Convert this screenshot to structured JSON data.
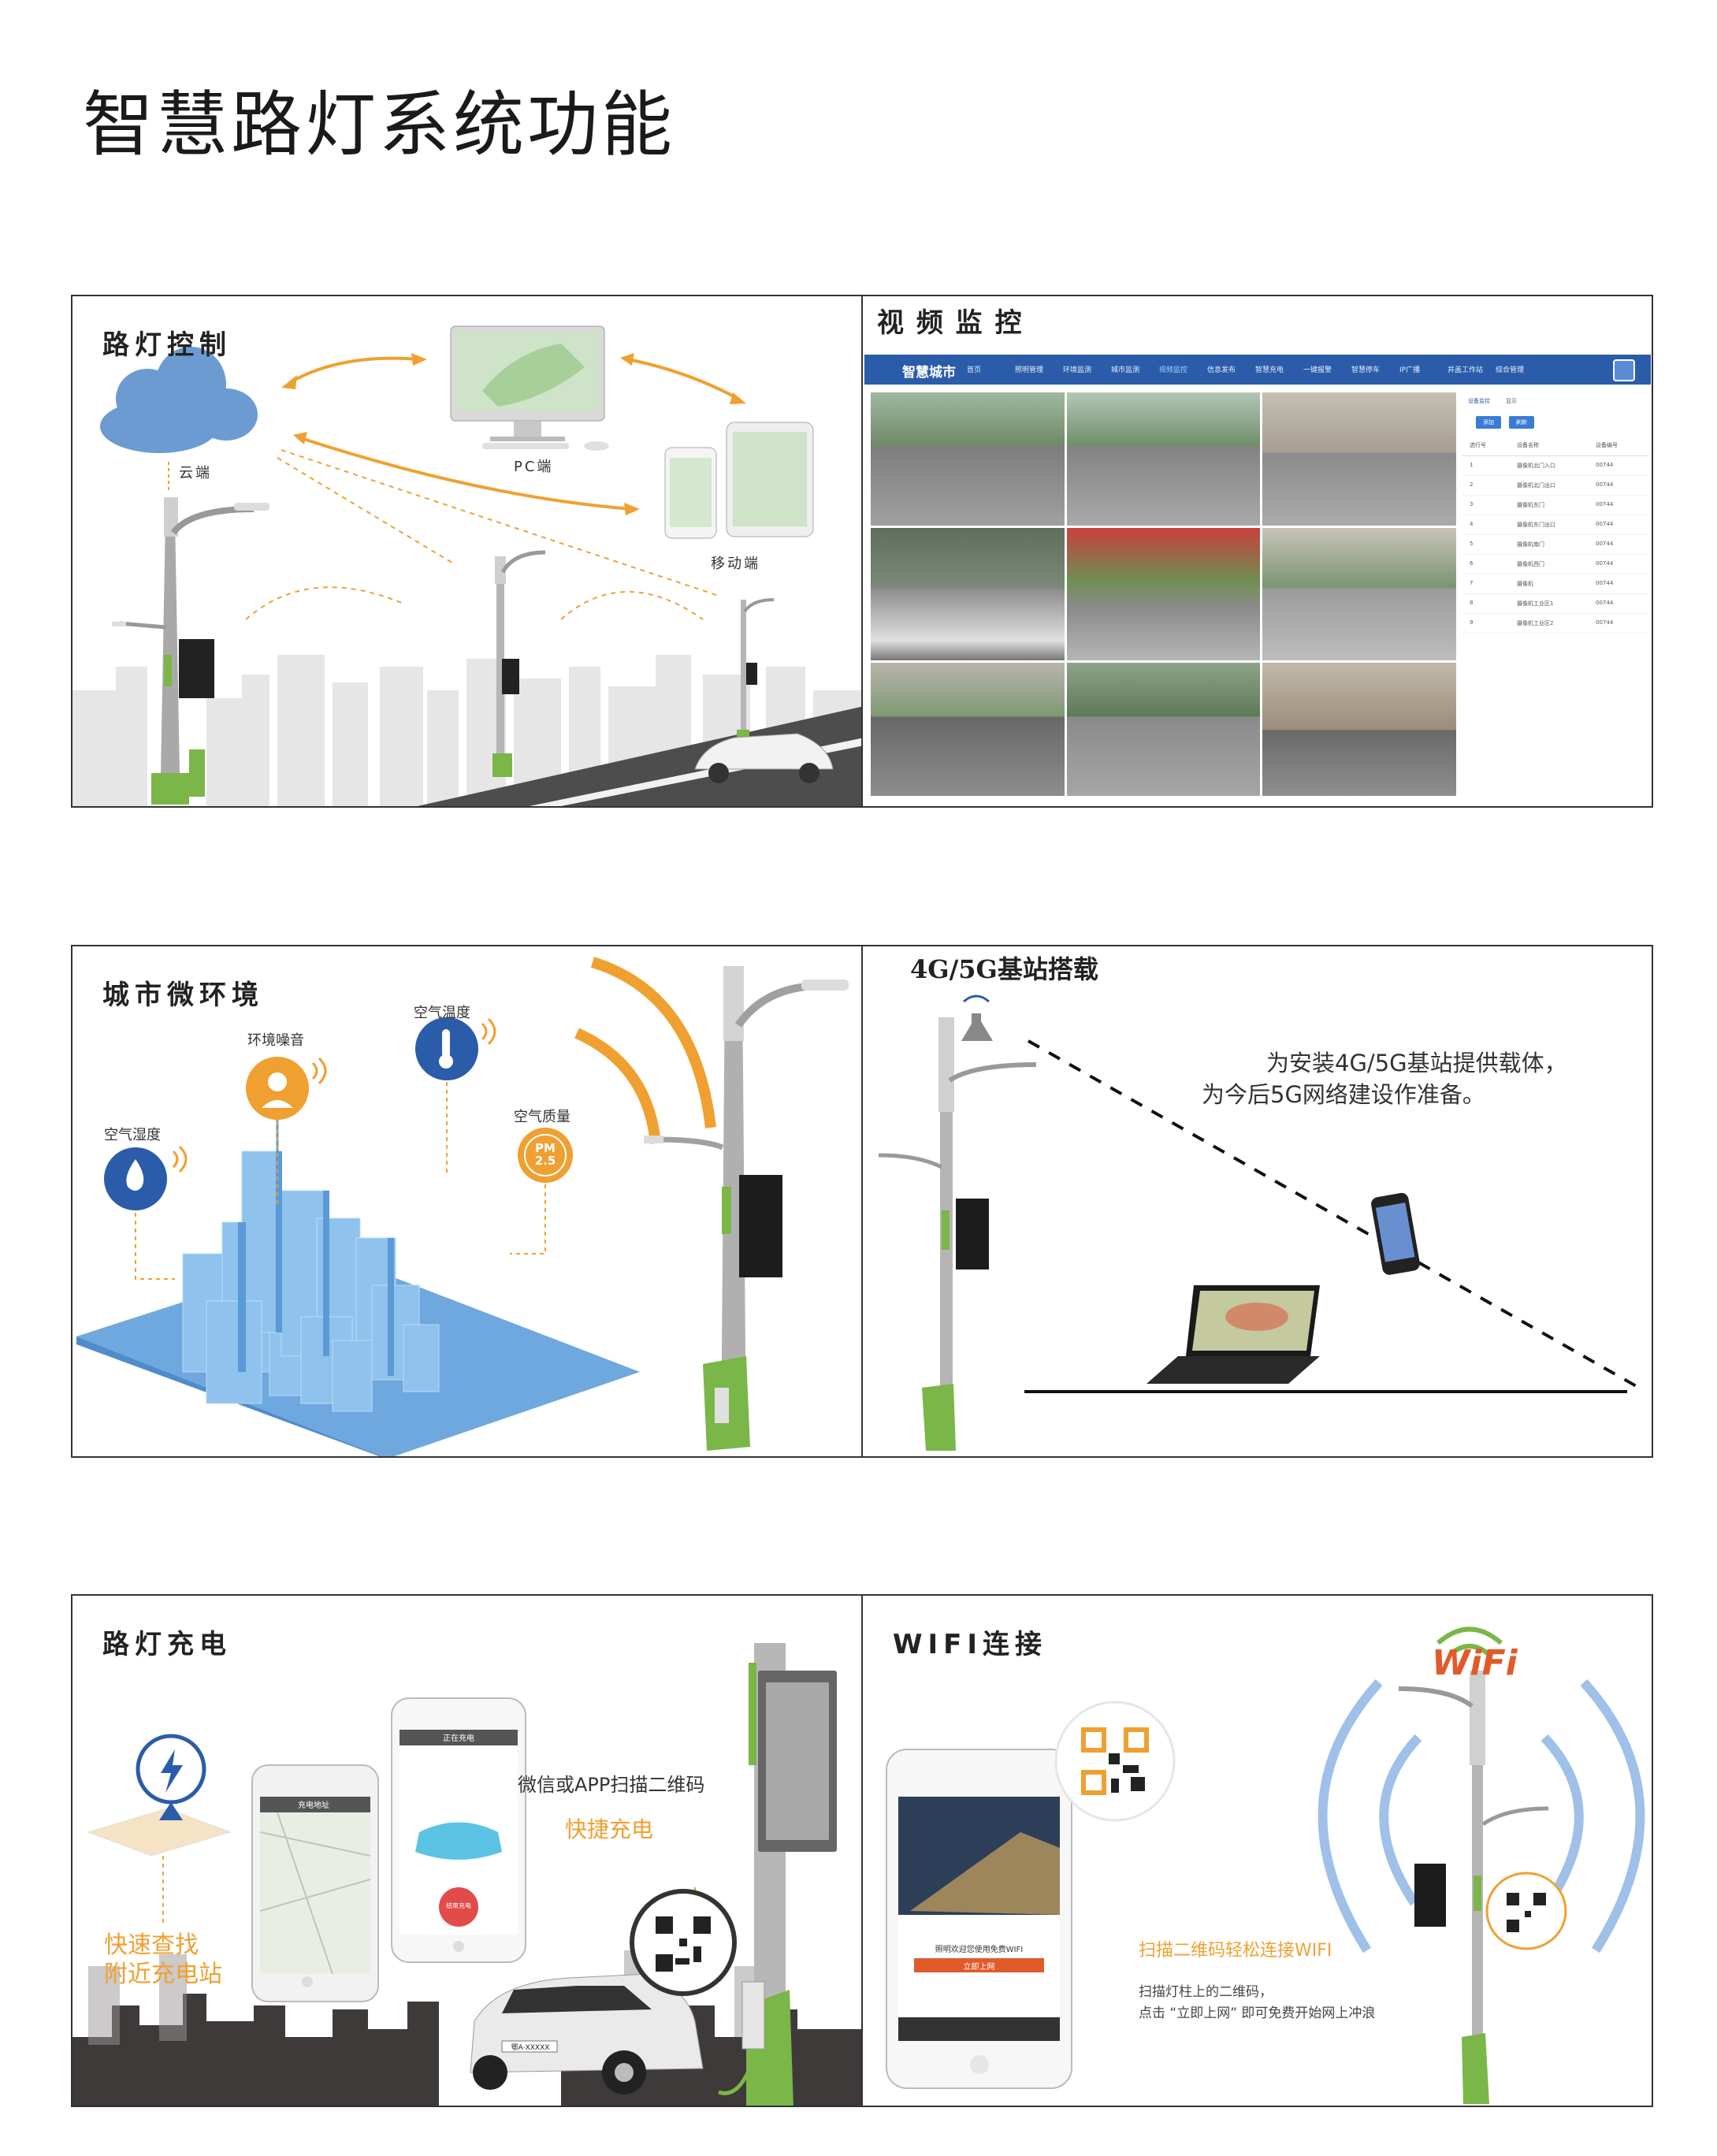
{
  "page": {
    "title": "智慧路灯系统功能"
  },
  "panels": {
    "streetlight_control": {
      "title": "路灯控制",
      "cloud_label": "云端",
      "pc_label": "PC端",
      "mobile_label": "移动端"
    },
    "video_surveillance": {
      "title": "视 频 监 控",
      "app_name": "智慧城市",
      "nav_items": [
        "首页",
        "照明管理",
        "环境监测",
        "城市监测",
        "视频监控",
        "信息发布",
        "智慧充电",
        "一键报警",
        "智慧停车",
        "IP广播",
        "井盖工作站",
        "综合管理"
      ],
      "tabs": [
        "设备监控",
        "显示"
      ],
      "buttons": [
        "添加",
        "刷新"
      ],
      "table_header": [
        "选行号",
        "设备名称",
        "设备编号"
      ],
      "table_rows": [
        [
          "1",
          "摄像机北门入口",
          "00744"
        ],
        [
          "2",
          "摄像机北门出口",
          "00744"
        ],
        [
          "3",
          "摄像机东门",
          "00744"
        ],
        [
          "4",
          "摄像机东门出口",
          "00744"
        ],
        [
          "5",
          "摄像机南门",
          "00744"
        ],
        [
          "6",
          "摄像机西门",
          "00744"
        ],
        [
          "7",
          "摄像机",
          "00744"
        ],
        [
          "8",
          "摄像机工业区1",
          "00744"
        ],
        [
          "9",
          "摄像机工业区2",
          "00744"
        ]
      ]
    },
    "urban_micro_env": {
      "title": "城市微环境",
      "labels": [
        "空气湿度",
        "环境噪音",
        "空气温度",
        "空气质量"
      ],
      "pm_badge": "PM\n2.5"
    },
    "base_station": {
      "title": "4G/5G基站搭载",
      "line1": "为安装4G/5G基站提供载体，",
      "line2": "为今后5G网络建设作准备。"
    },
    "charging": {
      "title": "路灯充电",
      "scan_text": "微信或APP扫描二维码",
      "quick_charge": "快捷充电",
      "find_line1": "快速查找",
      "find_line2": "附近充电站",
      "phone_header": "充电地址",
      "phone2_header": "正在充电",
      "phone2_button": "结束充电",
      "plate": "鄂A·XXXXX"
    },
    "wifi": {
      "title": "WIFI连接",
      "wifi_logo": "WiFi",
      "headline": "扫描二维码轻松连接WIFI",
      "desc1": "扫描灯柱上的二维码，",
      "desc2": "点击 “立即上网” 即可免费开始网上冲浪",
      "phone_welcome": "照明欢迎您使用免费WIFI",
      "phone_button": "立即上网"
    }
  },
  "colors": {
    "orange": "#f0a030",
    "green": "#7ab648",
    "blue": "#2a5caa",
    "cloud": "#6b9bd1"
  }
}
